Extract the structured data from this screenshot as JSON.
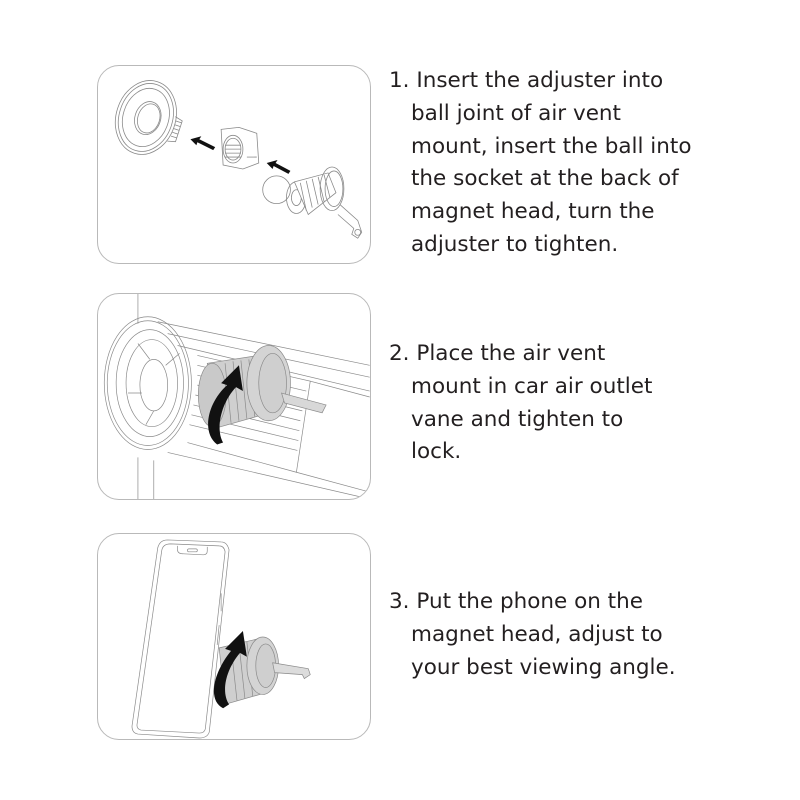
{
  "steps": [
    {
      "number": "1.",
      "lines": [
        "Insert the adjuster into",
        "ball joint of air vent",
        "mount, insert the ball into",
        "the socket at the back of",
        "magnet head, turn the",
        "adjuster to tighten."
      ],
      "illustration": "exploded-assembly-diagram"
    },
    {
      "number": "2.",
      "lines": [
        "Place the air vent",
        "mount in car air outlet",
        "vane and tighten to",
        "lock."
      ],
      "illustration": "vent-installation-diagram"
    },
    {
      "number": "3.",
      "lines": [
        "Put the phone on the",
        "magnet head, adjust to",
        "your best viewing angle."
      ],
      "illustration": "phone-attachment-diagram"
    }
  ],
  "colors": {
    "text": "#231f20",
    "panel_border": "#b9b9b9",
    "line_art": "#8a8a8a",
    "shaded_part": "#cfcfcf",
    "arrow": "#111111"
  }
}
